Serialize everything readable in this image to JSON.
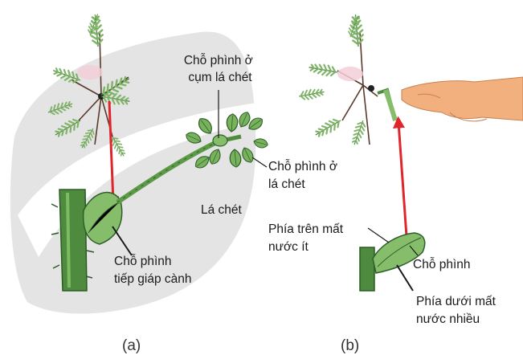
{
  "panels": {
    "a": {
      "caption": "(a)",
      "labels": {
        "cluster_swelling": [
          "Chỗ phình ở",
          "cụm lá chét"
        ],
        "leaflet_swelling": [
          "Chỗ phình ở",
          "lá chét"
        ],
        "leaflet": "Lá chét",
        "stem_swelling": [
          "Chỗ phình",
          "tiếp giáp cành"
        ]
      }
    },
    "b": {
      "caption": "(b)",
      "labels": {
        "upper_side": [
          "Phía trên mất",
          "nước ít"
        ],
        "swelling": "Chỗ phình",
        "lower_side": [
          "Phía dưới mất",
          "nước nhiều"
        ]
      }
    }
  },
  "colors": {
    "background_shape": "#e4e4e4",
    "leaf_dark": "#3f7a3a",
    "leaf_light": "#86bd6a",
    "stem": "#5c9a48",
    "arrow": "#e0262d",
    "hand": "#f2b07e",
    "flower": "#f3cfd8"
  },
  "icons": [
    "mimosa-plant-illustration",
    "pointing-hand-icon",
    "red-arrow-icon"
  ]
}
